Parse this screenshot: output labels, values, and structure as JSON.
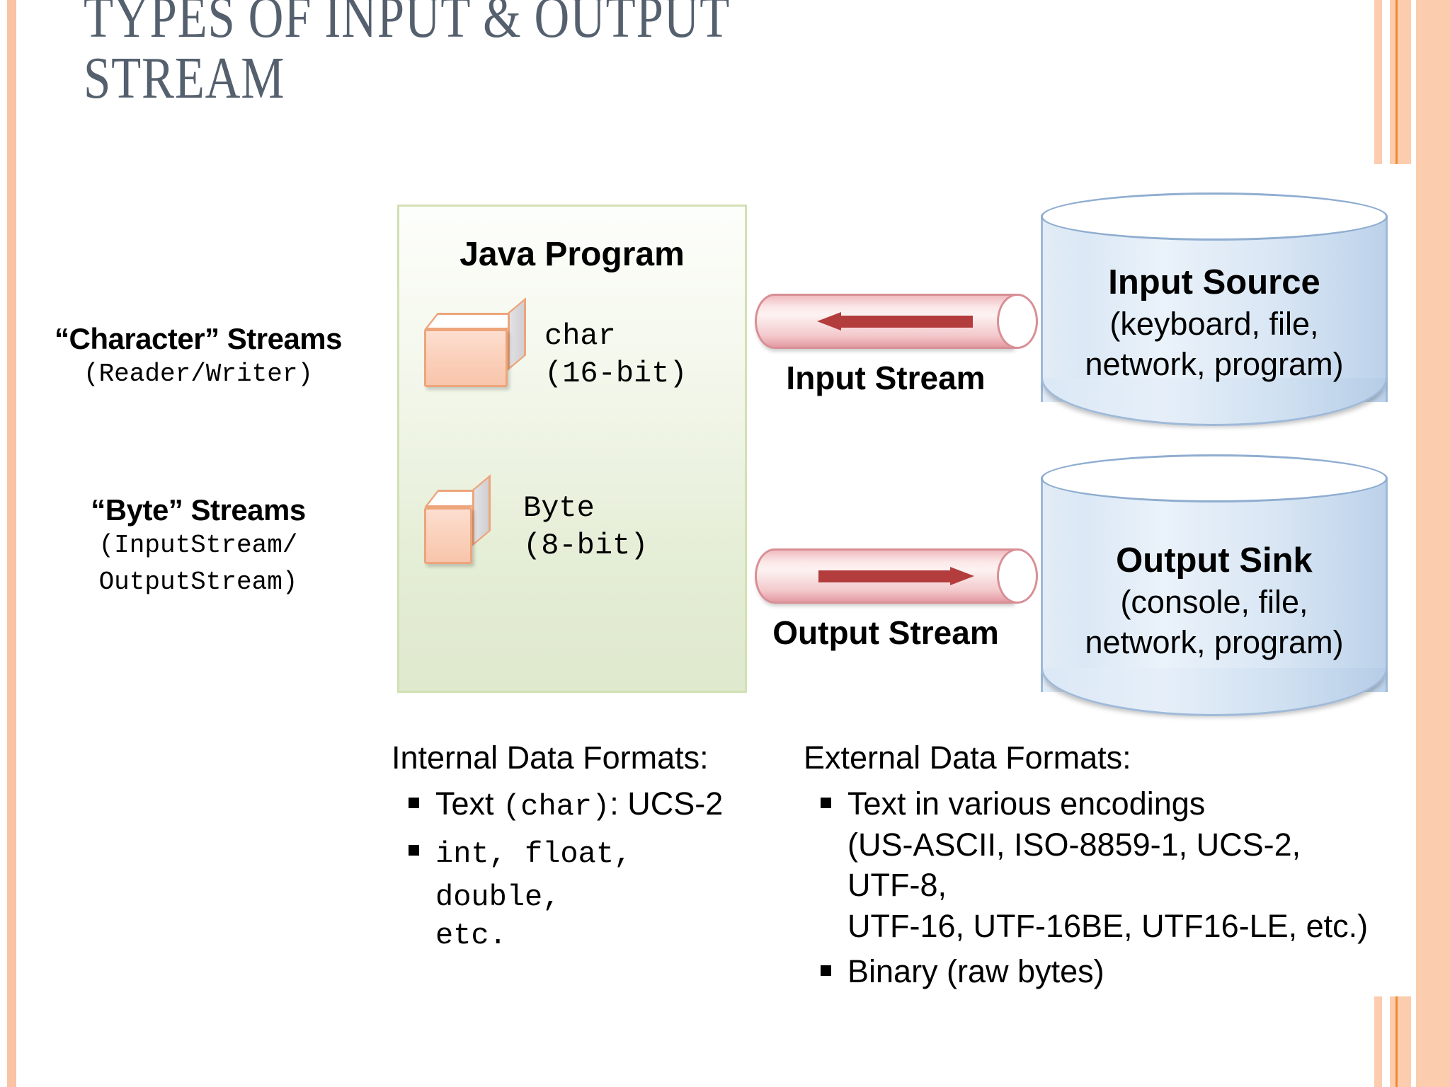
{
  "slide": {
    "title": "TYPES OF INPUT & OUTPUT STREAM",
    "accent_peach": "#fbcdae",
    "accent_orange": "#f08a30",
    "title_color": "#55606e"
  },
  "left_labels": [
    {
      "head": "“Character” Streams",
      "sub": "(Reader/Writer)"
    },
    {
      "head": "“Byte” Streams",
      "sub_line1": "(InputStream/",
      "sub_line2": "OutputStream)"
    }
  ],
  "java_box": {
    "title": "Java Program",
    "items": [
      {
        "name": "char",
        "size": "(16-bit)"
      },
      {
        "name": "Byte",
        "size": "(8-bit)"
      }
    ]
  },
  "pipes": [
    {
      "label": "Input Stream",
      "direction": "left"
    },
    {
      "label": "Output Stream",
      "direction": "right"
    }
  ],
  "cylinders": [
    {
      "title": "Input Source",
      "line1": "(keyboard, file,",
      "line2": "network, program)"
    },
    {
      "title": "Output Sink",
      "line1": "(console, file,",
      "line2": "network, program)"
    }
  ],
  "formats": {
    "internal": {
      "header": "Internal Data Formats:",
      "item1_a": "Text ",
      "item1_b": "(char)",
      "item1_c": ": UCS-2",
      "item2_a": "int, float, double,",
      "item2_b": "etc."
    },
    "external": {
      "header": "External Data Formats:",
      "item1_l1": "Text in various encodings",
      "item1_l2": "(US-ASCII, ISO-8859-1, UCS-2, UTF-8,",
      "item1_l3": "UTF-16, UTF-16BE, UTF16-LE, etc.)",
      "item2": "Binary (raw bytes)"
    }
  }
}
